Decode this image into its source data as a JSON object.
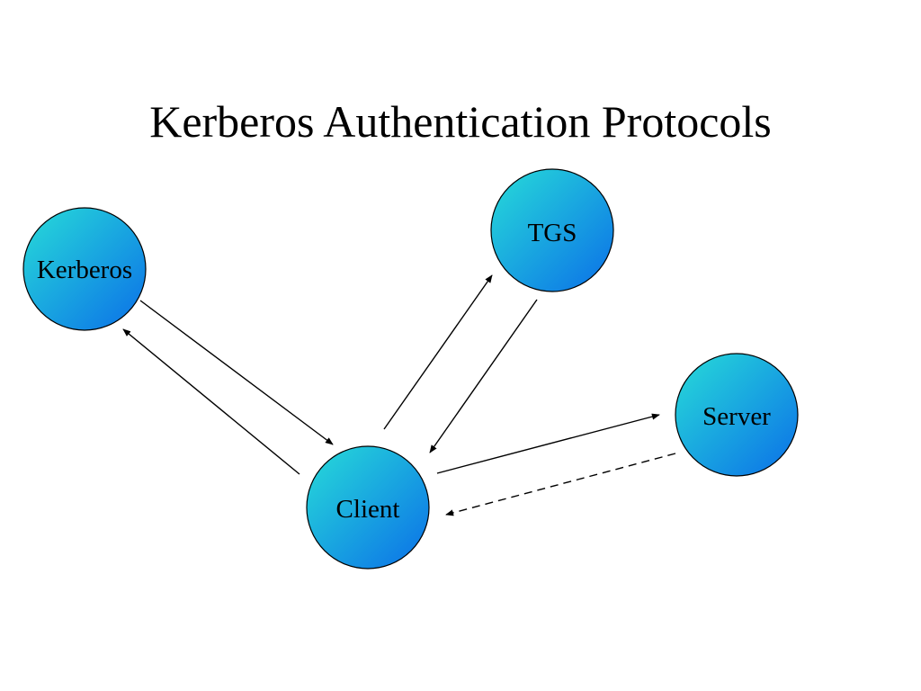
{
  "title": "Kerberos Authentication Protocols",
  "colors": {
    "node_gradient_start": "#27dcd8",
    "node_gradient_end": "#0b6fe8",
    "stroke": "#000000",
    "background": "#ffffff"
  },
  "nodes": {
    "kerberos": {
      "label": "Kerberos"
    },
    "tgs": {
      "label": "TGS"
    },
    "client": {
      "label": "Client"
    },
    "server": {
      "label": "Server"
    }
  },
  "edges": [
    {
      "from": "Kerberos",
      "to": "Client",
      "style": "solid"
    },
    {
      "from": "Client",
      "to": "Kerberos",
      "style": "solid"
    },
    {
      "from": "Client",
      "to": "TGS",
      "style": "solid"
    },
    {
      "from": "TGS",
      "to": "Client",
      "style": "solid"
    },
    {
      "from": "Client",
      "to": "Server",
      "style": "solid"
    },
    {
      "from": "Server",
      "to": "Client",
      "style": "dashed"
    }
  ]
}
